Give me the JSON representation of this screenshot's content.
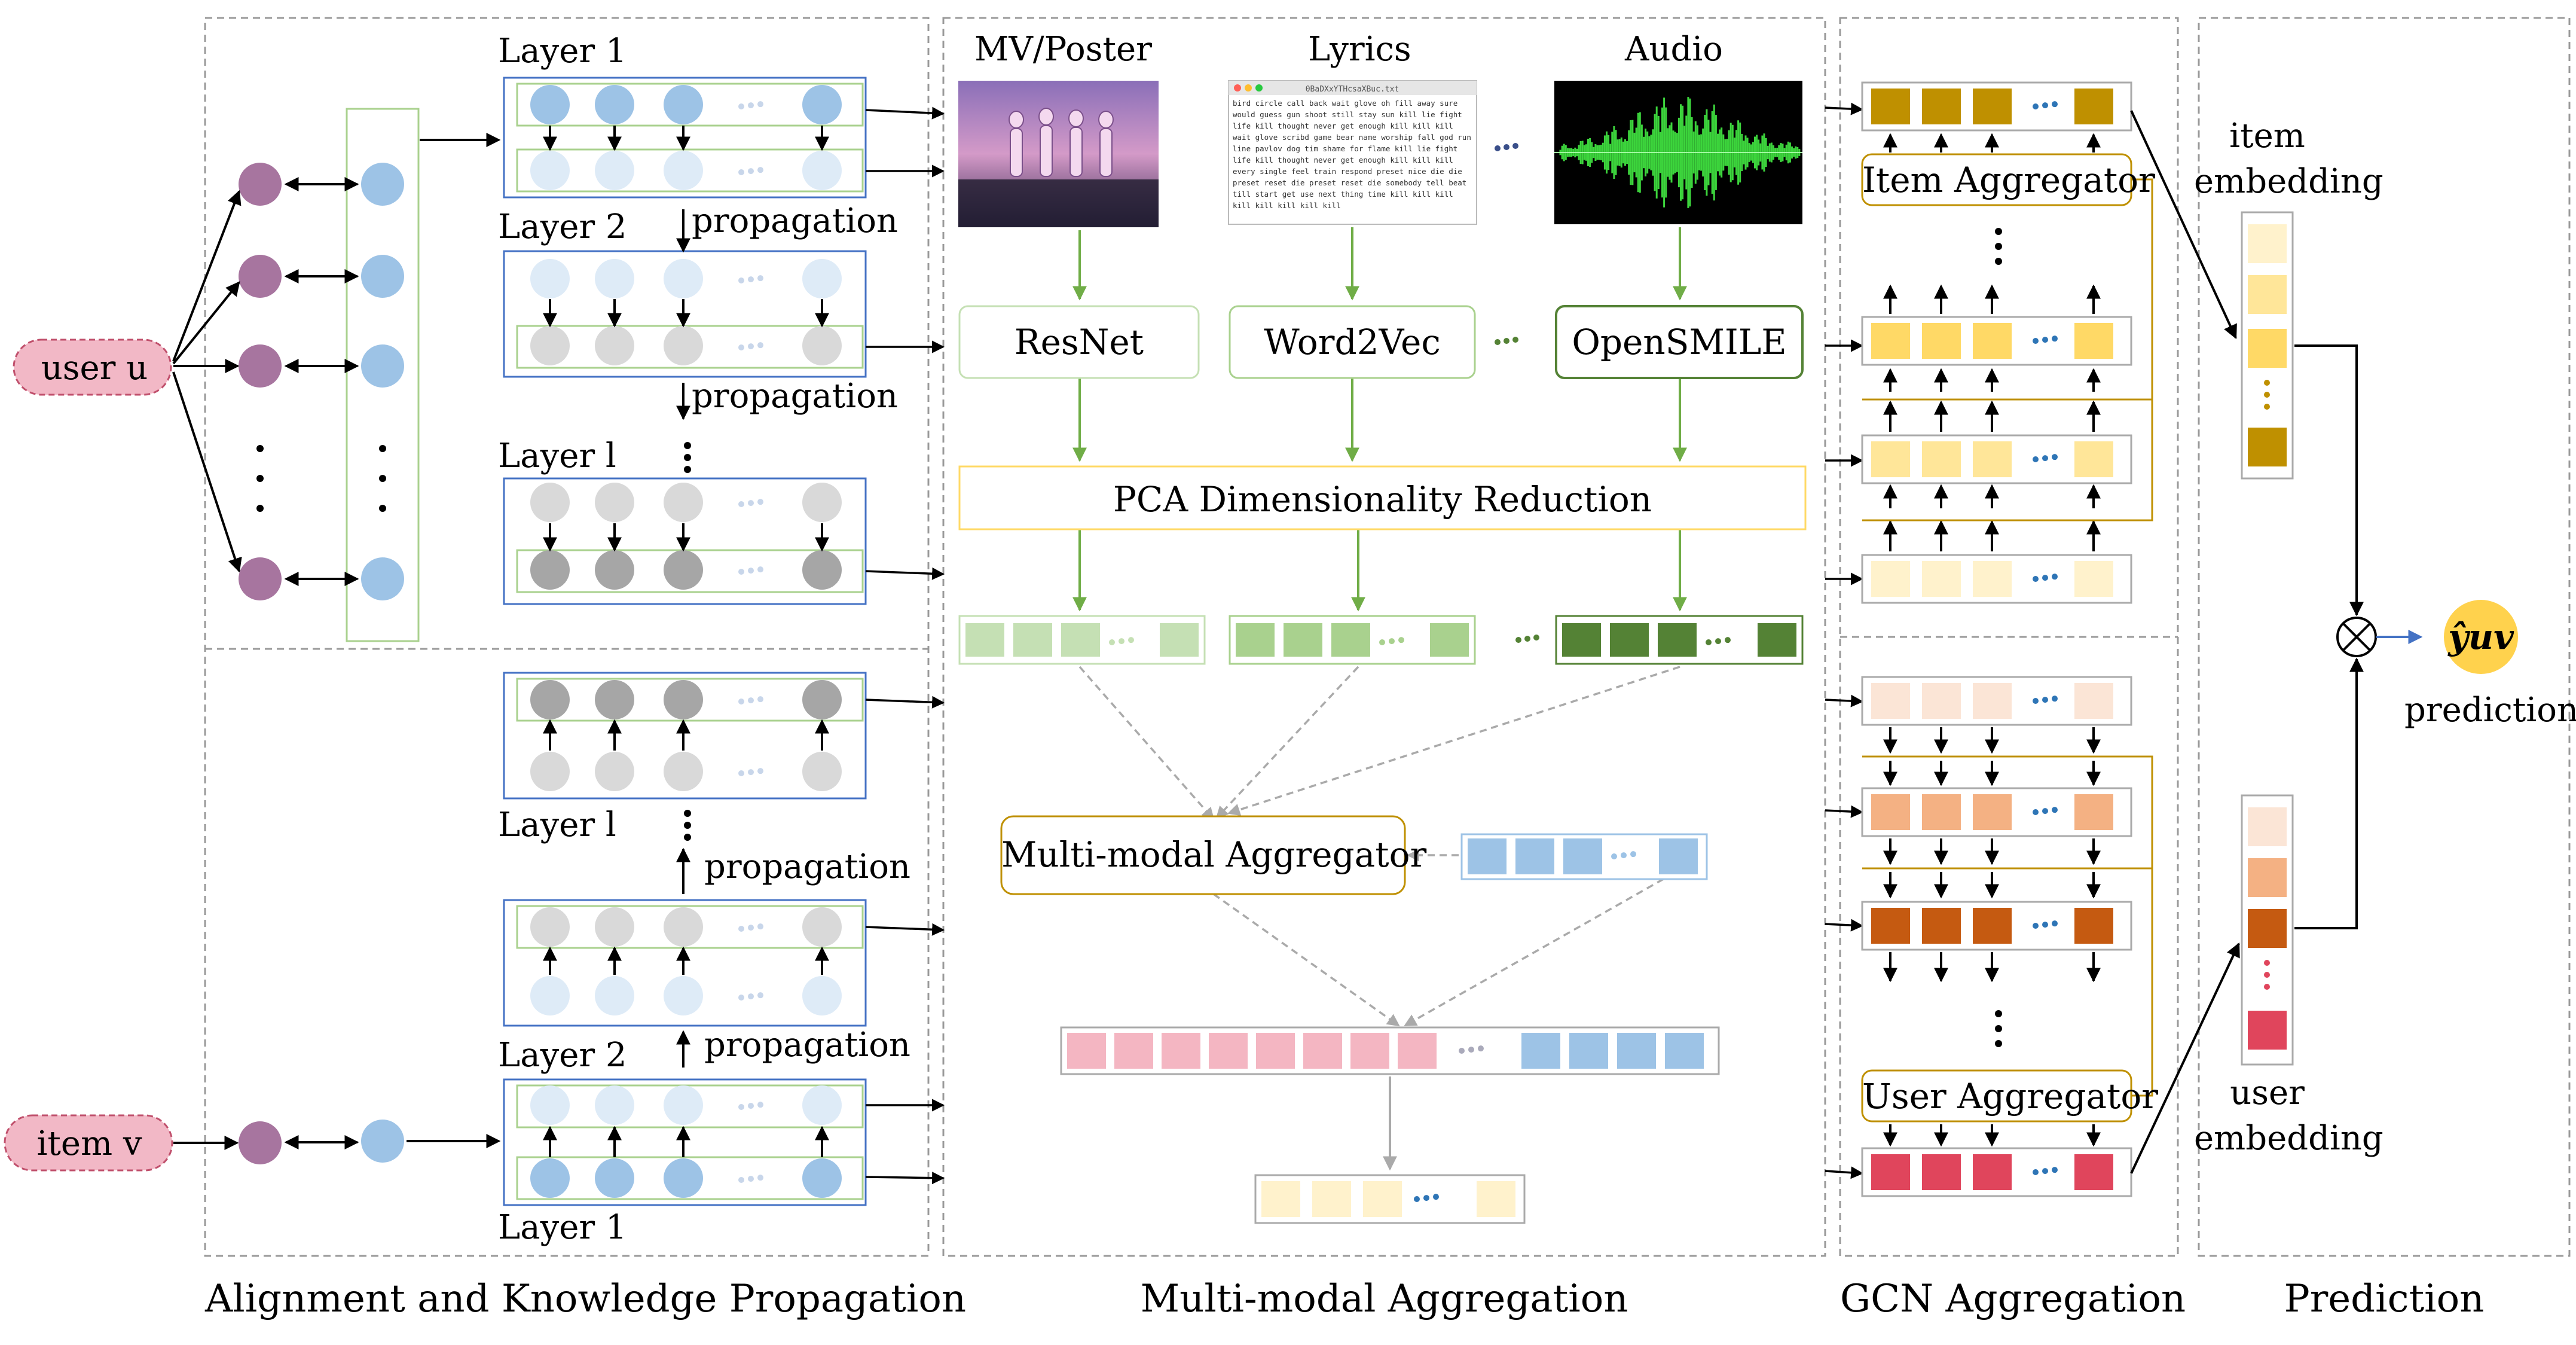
{
  "sections": {
    "alignment": "Alignment and  Knowledge  Propagation",
    "multimodal": "Multi-modal  Aggregation",
    "gcn": "GCN Aggregation",
    "prediction": "Prediction"
  },
  "left": {
    "user_node": "user u",
    "item_node": "item v",
    "layer1_top": "Layer 1",
    "layer2_top": "Layer 2",
    "layerl_top": "Layer l",
    "layerl_bottom": "Layer l",
    "layer2_bottom": "Layer 2",
    "layer1_bottom": "Layer 1",
    "propagation": "propagation"
  },
  "multimodal": {
    "mv_poster": "MV/Poster",
    "lyrics": "Lyrics",
    "audio": "Audio",
    "lyrics_window_title": "0BaDXxYTHcsaXBuc.txt",
    "lyrics_text": [
      "bird circle call back wait glove oh fill away sure",
      "would guess gun shoot still stay sun kill lie fight",
      "life kill thought never get enough kill kill kill",
      "wait glove scribd game bear name worship fall god run",
      "line pavlov dog tim shame for flame kill lie fight",
      "life kill thought never get enough kill kill kill",
      "every single feel train respond preset nice die die",
      "preset reset die preset reset die somebody tell beat",
      "till start get use next thing time kill kill kill",
      "kill kill kill kill kill"
    ],
    "resnet": "ResNet",
    "word2vec": "Word2Vec",
    "opensmile": "OpenSMILE",
    "pca": "PCA Dimensionality Reduction",
    "aggregator": "Multi-modal Aggregator"
  },
  "gcn": {
    "item_aggregator": "Item Aggregator",
    "user_aggregator": "User Aggregator"
  },
  "prediction": {
    "item_embedding": [
      "item",
      "embedding"
    ],
    "user_embedding": [
      "user",
      "embedding"
    ],
    "output": "ŷuv",
    "output_label": "prediction"
  },
  "colors": {
    "purple_node": "#a7759f",
    "blue_node": "#9dc3e6",
    "light_blue_node": "#deebf7",
    "gray_node": "#d9d9d9",
    "dark_gray_node": "#a6a6a6",
    "user_pill": "#f2b8c6",
    "green_light": "#c5e0b4",
    "green_mid": "#a9d18e",
    "green_dark": "#548235",
    "gold": "#bf9000",
    "yellow": "#ffd966",
    "yellow_light": "#ffe699",
    "yellow_pale": "#fff2cc",
    "peach_pale": "#fbe5d6",
    "peach": "#f4b183",
    "orange": "#c55a11",
    "red": "#e0455c",
    "pink": "#f4b6c2",
    "light_blue_cell": "#9dc3e6"
  }
}
